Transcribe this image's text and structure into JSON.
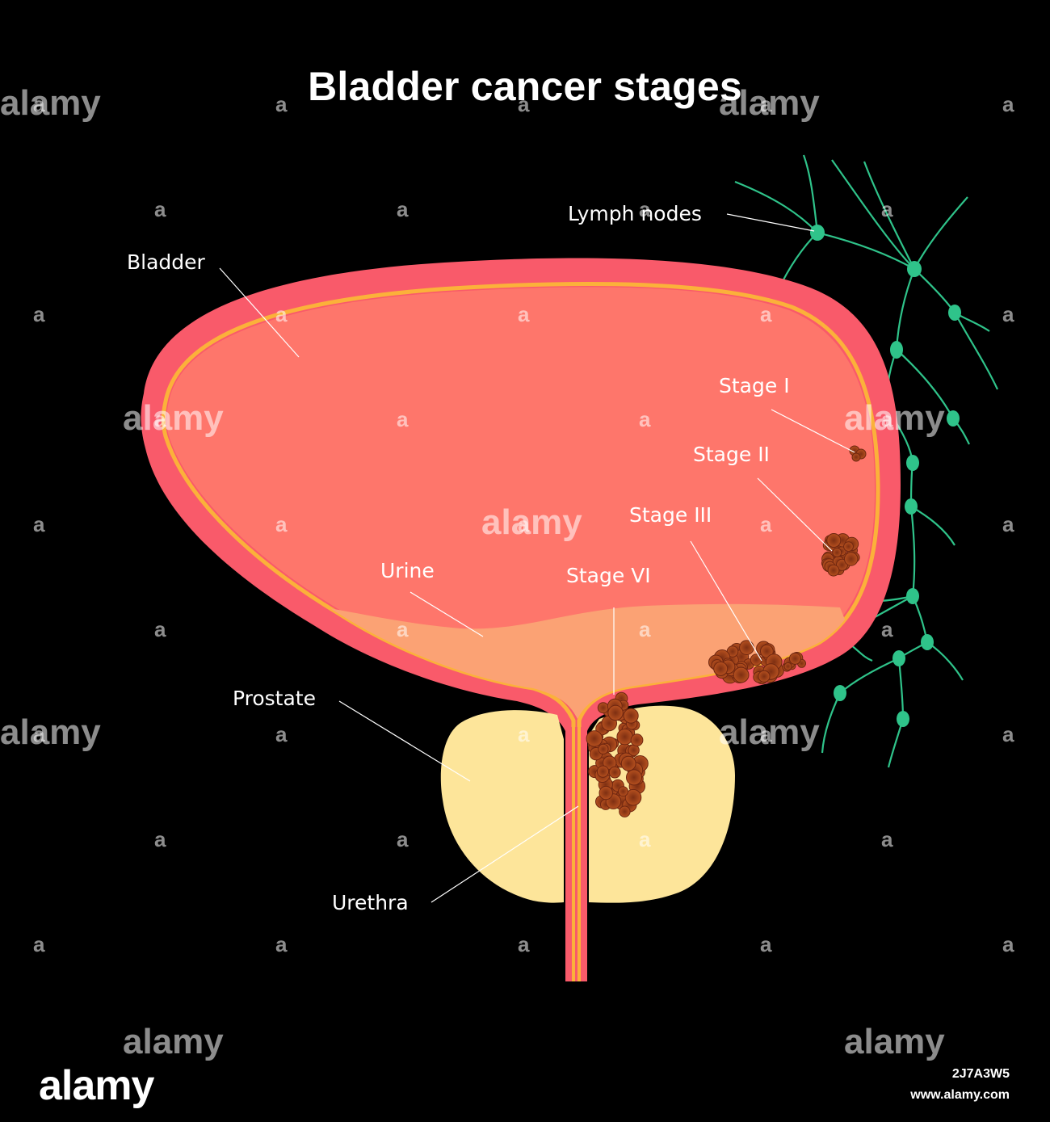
{
  "title": "Bladder cancer stages",
  "labels": {
    "lymph_nodes": "Lymph nodes",
    "bladder": "Bladder",
    "stage_1": "Stage I",
    "stage_2": "Stage II",
    "stage_3": "Stage III",
    "stage_4": "Stage VI",
    "urine": "Urine",
    "prostate": "Prostate",
    "urethra": "Urethra"
  },
  "watermark": {
    "word": "alamy",
    "glyph": "a",
    "image_id": "2J7A3W5",
    "url": "www.alamy.com"
  },
  "colors": {
    "background": "#000000",
    "bladder_wall": "#f95a6a",
    "bladder_inner": "#fe766b",
    "lining": "#fbb13a",
    "urine": "#fba274",
    "prostate": "#fde59a",
    "tumor": "#9b3e1c",
    "lymph": "#2fc38a"
  }
}
